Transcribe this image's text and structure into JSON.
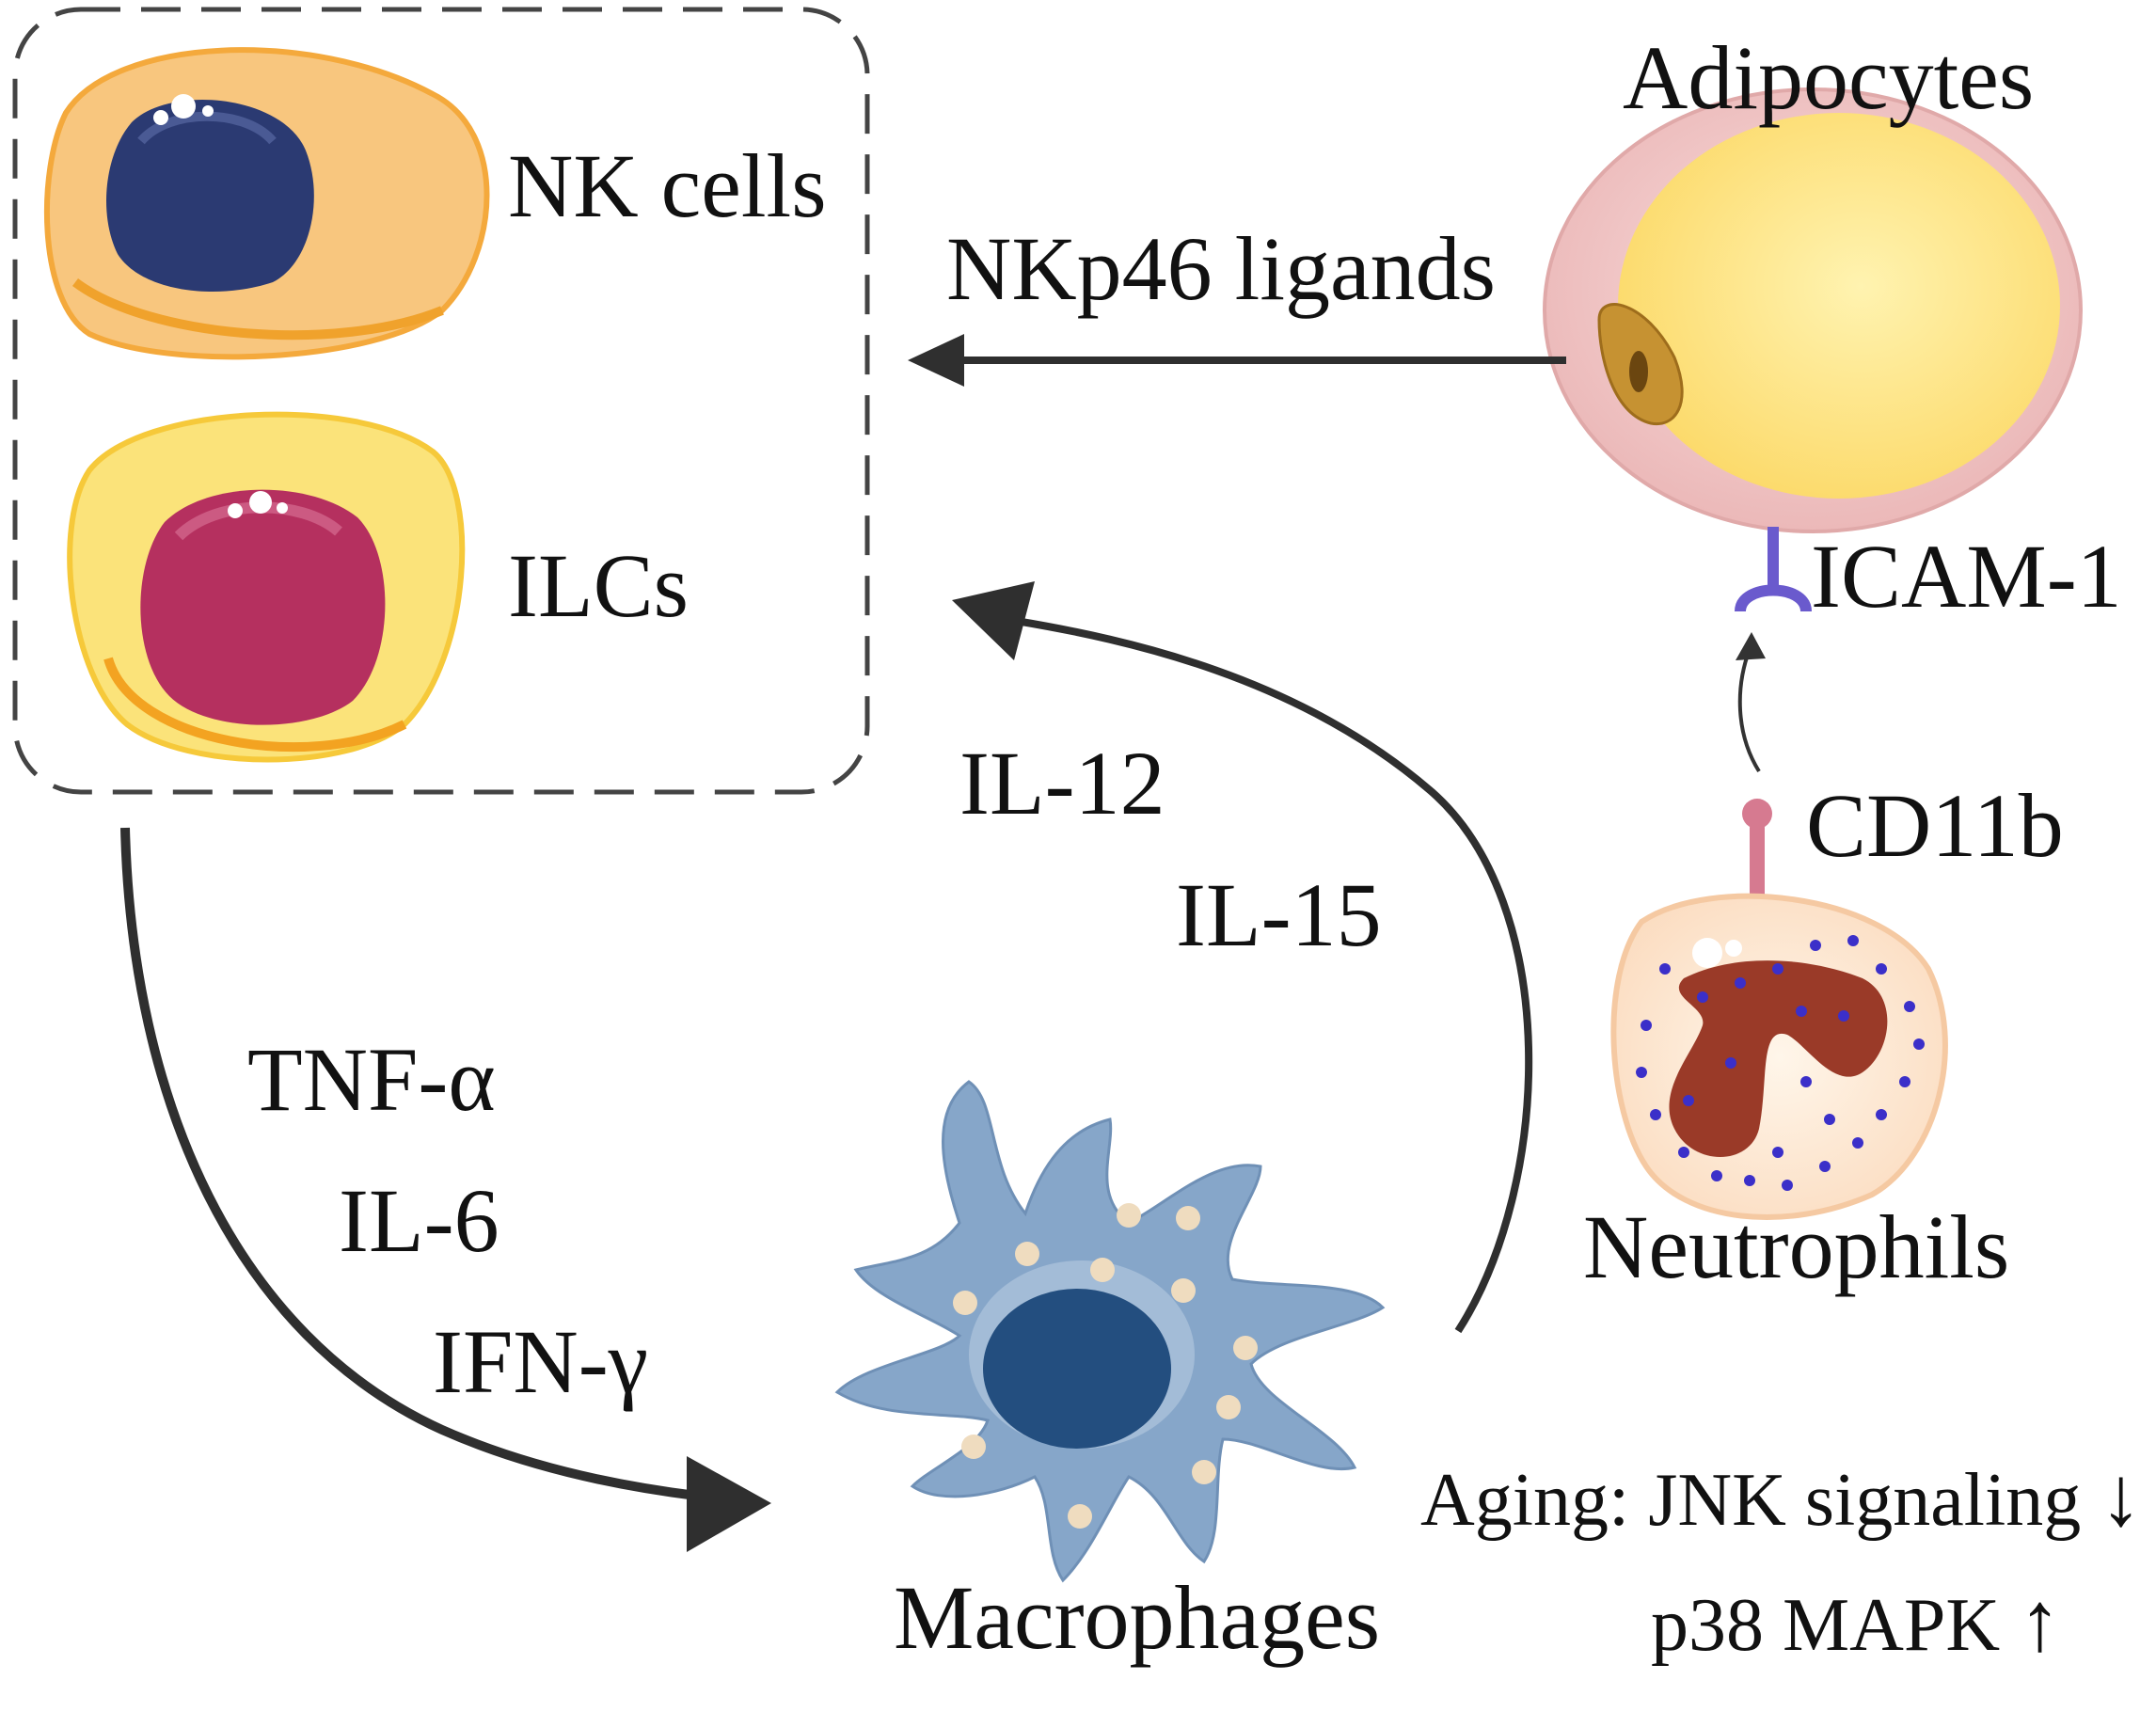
{
  "cells": {
    "nk": "NK cells",
    "ilc": "ILCs",
    "adipocytes": "Adipocytes",
    "neutrophils": "Neutrophils",
    "macrophages": "Macrophages"
  },
  "molecules": {
    "icam": "ICAM-1",
    "cd11b": "CD11b"
  },
  "arrows": {
    "nkp46": "NKp46 ligands",
    "il12": "IL-12",
    "il15": "IL-15",
    "tnf": "TNF-α",
    "il6": "IL-6",
    "ifn": "IFN-γ"
  },
  "aging": {
    "line1": "Aging: JNK signaling",
    "line1_arrow": "↓",
    "line2": "p38 MAPK",
    "line2_arrow": "↑"
  },
  "colors": {
    "arrow": "#2f2f2f",
    "nk_body": "#f9c57a",
    "nk_nucleus": "#2b3a72",
    "ilc_body": "#fbe37a",
    "ilc_nucleus": "#b5305f",
    "adipocyte_rim": "#f0c4c4",
    "adipocyte_fat": "#fde57f",
    "macrophage": "#86a6c9",
    "macrophage_nucleus": "#234e7f",
    "neutrophil_nucleus": "#9a3a28",
    "granule": "#3b2fc9",
    "receptor": "#6a5acd"
  }
}
